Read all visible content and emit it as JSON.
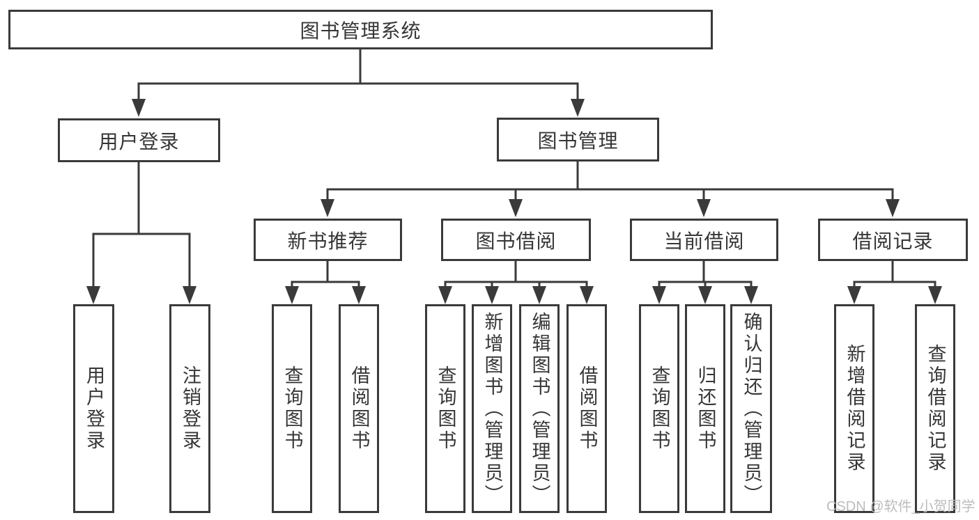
{
  "diagram_type": "hierarchy-tree",
  "colors": {
    "line": "#3a3a3a",
    "box_border": "#3a3a3a",
    "text": "#363636",
    "background": "#ffffff",
    "watermark": "#bcbcbc"
  },
  "tree": {
    "label": "图书管理系统",
    "children": [
      {
        "label": "用户登录",
        "children": [
          {
            "label": "用户登录"
          },
          {
            "label": "注销登录"
          }
        ]
      },
      {
        "label": "图书管理",
        "children": [
          {
            "label": "新书推荐",
            "children": [
              {
                "label": "查询图书"
              },
              {
                "label": "借阅图书"
              }
            ]
          },
          {
            "label": "图书借阅",
            "children": [
              {
                "label": "查询图书"
              },
              {
                "label": "新增图书（管理员）"
              },
              {
                "label": "编辑图书（管理员）"
              },
              {
                "label": "借阅图书"
              }
            ]
          },
          {
            "label": "当前借阅",
            "children": [
              {
                "label": "查询图书"
              },
              {
                "label": "归还图书"
              },
              {
                "label": "确认归还（管理员）"
              }
            ]
          },
          {
            "label": "借阅记录",
            "children": [
              {
                "label": "新增借阅记录"
              },
              {
                "label": "查询借阅记录"
              }
            ]
          }
        ]
      }
    ]
  },
  "watermark": {
    "text": "CSDN @软件_小贺同学"
  }
}
